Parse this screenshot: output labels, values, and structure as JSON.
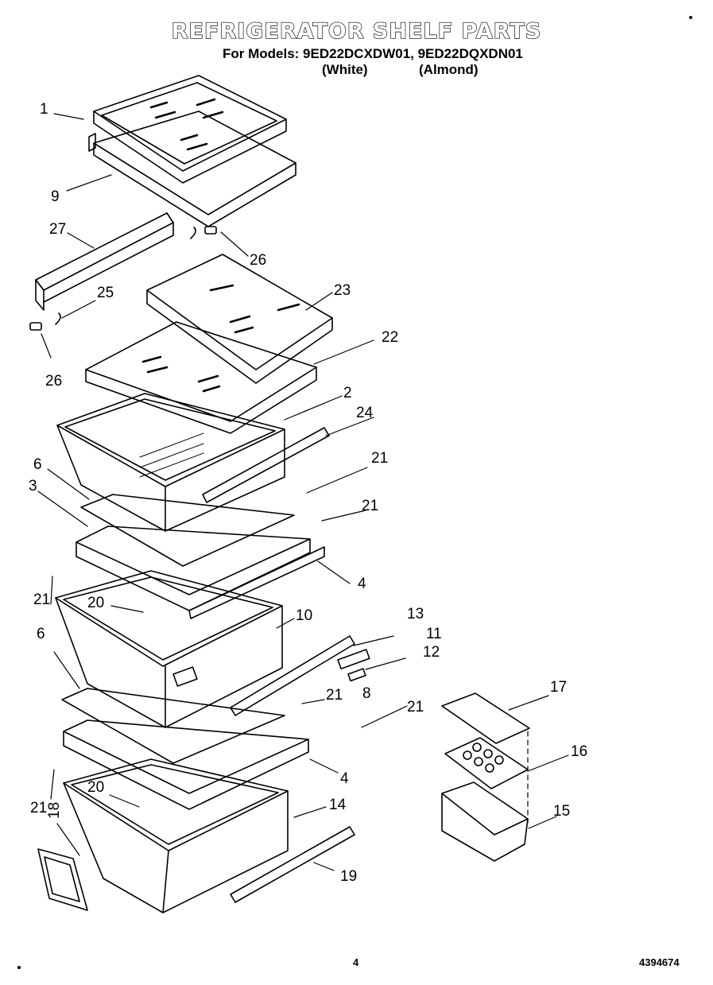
{
  "title": "REFRIGERATOR SHELF PARTS",
  "models_line": "For Models: 9ED22DCXDW01, 9ED22DQXDN01",
  "variants": [
    "(White)",
    "(Almond)"
  ],
  "page_number": "4",
  "doc_number": "4394674",
  "callouts": [
    "1",
    "9",
    "27",
    "26",
    "25",
    "23",
    "26",
    "22",
    "2",
    "24",
    "6",
    "21",
    "3",
    "21",
    "21",
    "4",
    "20",
    "10",
    "13",
    "6",
    "11",
    "12",
    "8",
    "21",
    "17",
    "21",
    "16",
    "4",
    "20",
    "21",
    "14",
    "15",
    "18",
    "19"
  ]
}
